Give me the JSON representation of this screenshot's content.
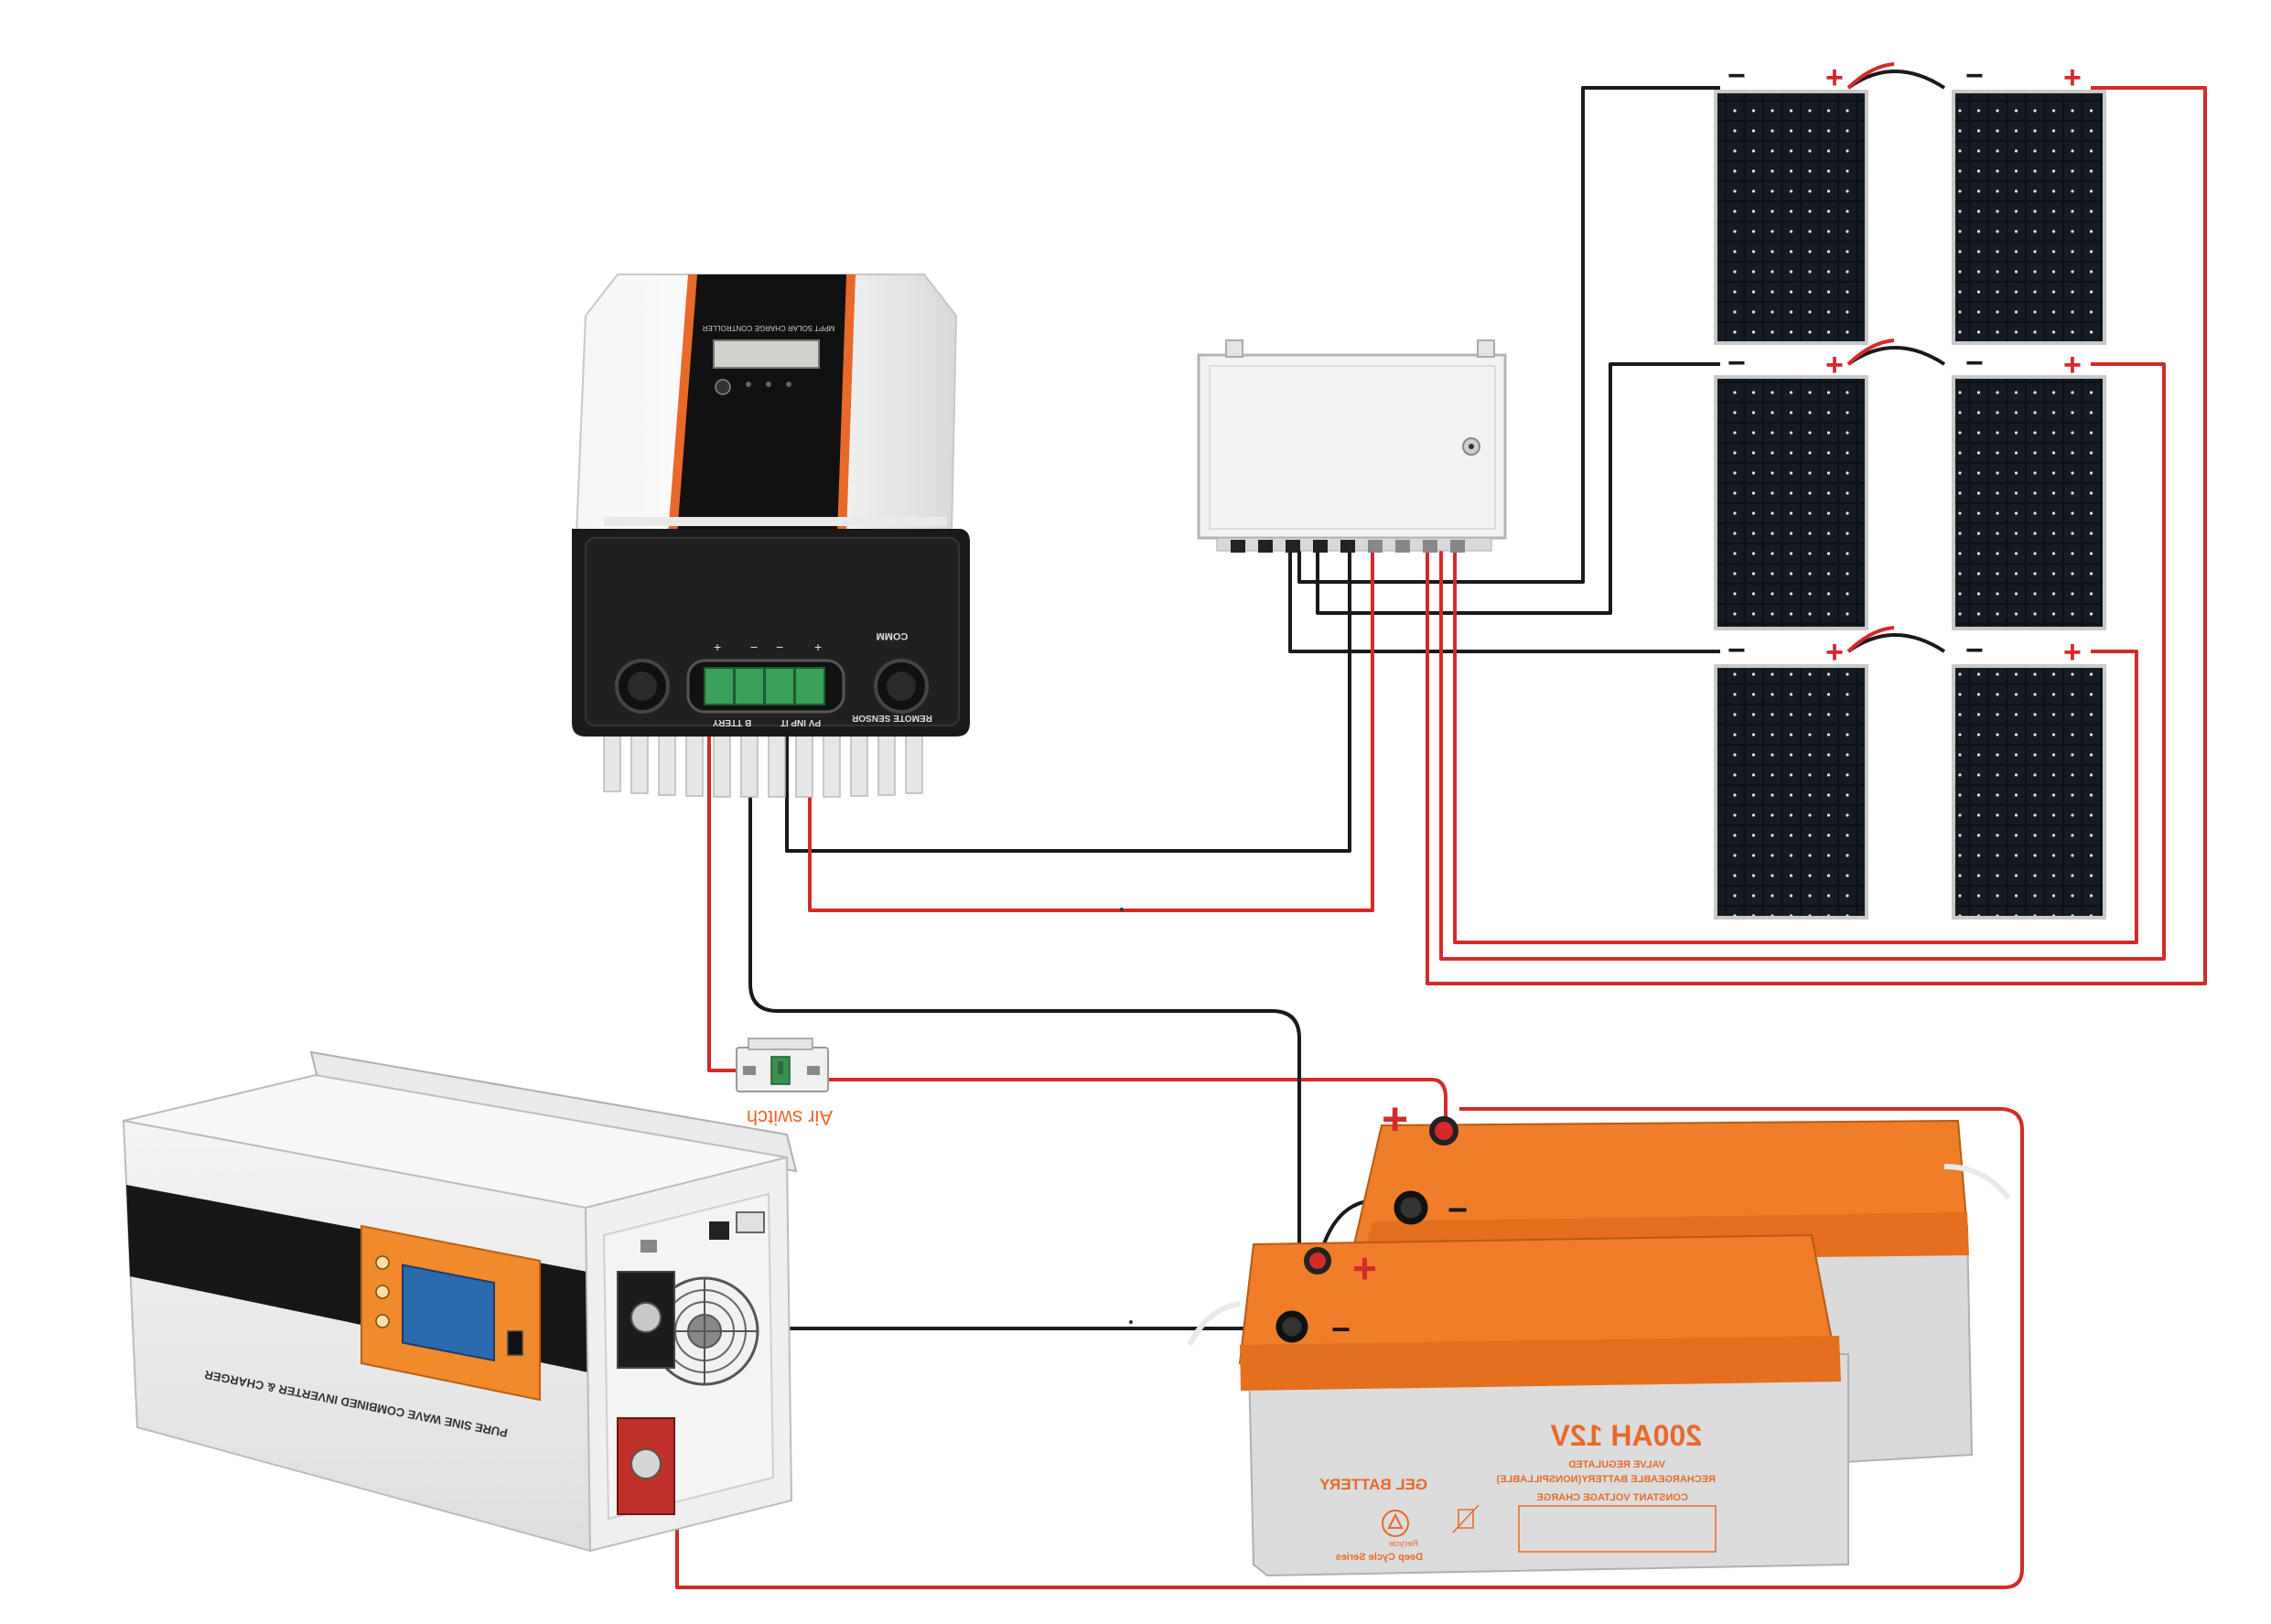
{
  "colors": {
    "positive_wire": "#d42a2a",
    "negative_wire": "#1a1a1a",
    "battery_orange": "#ef7d2a",
    "battery_body": "#dcdcdc",
    "panel_cell": "#111418",
    "accent_orange": "#e8692a"
  },
  "labels": {
    "air_switch": "Air switch",
    "plus": "+",
    "minus": "−"
  },
  "controller": {
    "title": "MPPT SOLAR CHARGE CONTROLLER",
    "comm": "COMM",
    "remote_sensor": "REMOTE SENSOR",
    "battery_port": "B TTERY",
    "pv_port": "PV INP IT"
  },
  "battery": {
    "front_title": "200AH 12V",
    "type": "GEL BATTERY",
    "line1": "VALVE REGULATED",
    "line2": "RECHARGEABLE BATTERY(NONSPILLABLE)",
    "line3": "CONSTANT VOLTAGE CHARGE",
    "series": "Deep Cycle Series",
    "recycle": "Recycle"
  },
  "inverter": {
    "side_text": "PURE SINE WAVE COMBINED INVERTER & CHARGER"
  },
  "icons": [
    "recycle-icon",
    "fan-grille-icon",
    "lcd-screen-icon",
    "power-switch-icon"
  ]
}
